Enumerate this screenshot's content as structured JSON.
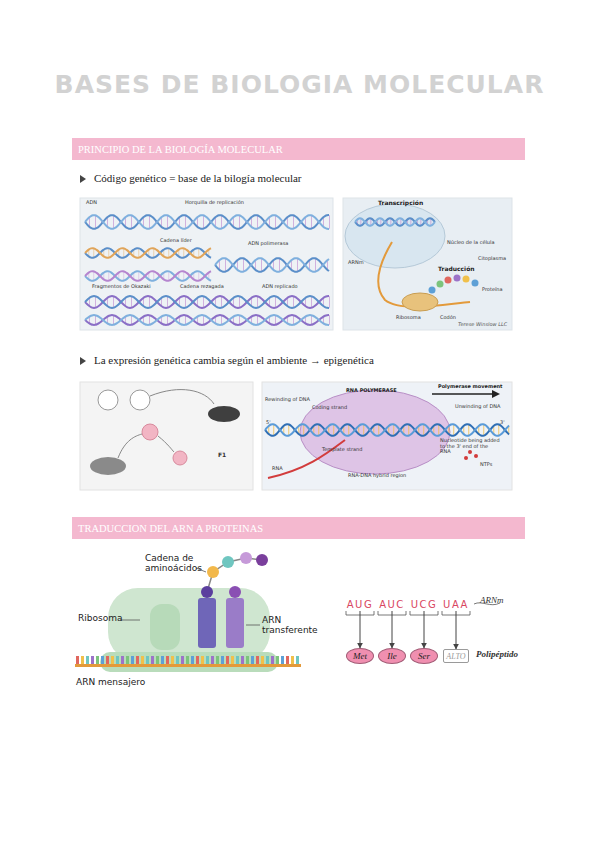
{
  "diagram": {
    "title": "BASES DE BIOLOGIA MOLECULAR",
    "nodes": [
      {
        "text": [
          "PRINCIPIO DE LA BIOLOGÍA MOLECULAR"
        ]
      },
      {
        "text": [
          "TRADUCCION DEL ARN A PROTEINAS"
        ]
      },
      {
        "text": [
          "AUG"
        ]
      },
      {
        "text": [
          "AUC"
        ]
      },
      {
        "text": [
          "UCG"
        ]
      },
      {
        "text": [
          "UAA"
        ]
      },
      {
        "text": [
          "Met"
        ]
      },
      {
        "text": [
          "Ile"
        ]
      },
      {
        "text": [
          "Ser"
        ]
      },
      {
        "text": [
          "ALTO"
        ]
      }
    ],
    "edges": [
      {
        "from": 2,
        "to": 6,
        "arrow": "to"
      },
      {
        "from": 3,
        "to": 7,
        "arrow": "to"
      },
      {
        "from": 4,
        "to": 8,
        "arrow": "to"
      },
      {
        "from": 5,
        "to": 9,
        "arrow": "to"
      }
    ],
    "labels": [
      "Código genético = base de la bilogía molecular",
      "ADN",
      "Horquilla de replicación",
      "Cadena líder",
      "ADN polimerasa",
      "Fragmentos de Okazaki",
      "Cadena rezagada",
      "ADN replicado",
      "Transcripción",
      "ARNm",
      "Núcleo de la célula",
      "Citoplasma",
      "Traducción",
      "Proteína",
      "Ribosoma",
      "Codón",
      "Terese Winslow LLC",
      "La expresión genética cambia según el ambiente → epigenética",
      "F1",
      "RNA POLYMERASE",
      "Polymerase movement",
      "Rewinding of DNA",
      "Coding strand",
      "Unwinding of DNA",
      "Template strand",
      "Nucleotide being added to the 3' end of the RNA",
      "RNA",
      "RNA-DNA hybrid region",
      "NTPs",
      "5'",
      "3'",
      "Cadena de aminoácidos",
      "Ribosoma",
      "ARN transferente",
      "ARN mensajero",
      "ARNm",
      "Polipéptido"
    ]
  }
}
